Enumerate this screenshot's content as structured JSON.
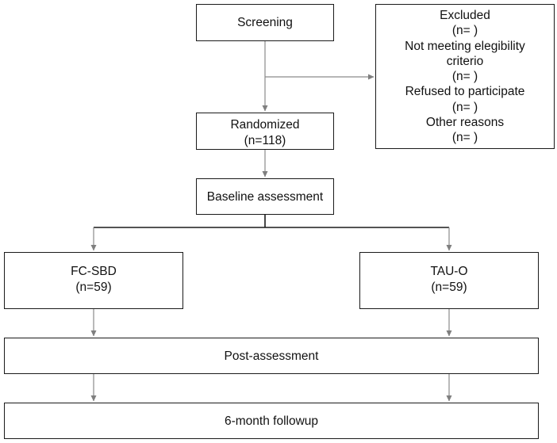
{
  "nodes": {
    "screening": {
      "lines": [
        "Screening"
      ]
    },
    "randomized": {
      "lines": [
        "Randomized",
        "(n=118)"
      ]
    },
    "baseline": {
      "lines": [
        "Baseline assessment"
      ]
    },
    "fc_sbd": {
      "lines": [
        "FC-SBD",
        "(n=59)"
      ]
    },
    "tau_o": {
      "lines": [
        "TAU-O",
        "(n=59)"
      ]
    },
    "post": {
      "lines": [
        "Post-assessment"
      ]
    },
    "followup": {
      "lines": [
        "6-month followup"
      ]
    },
    "excluded": {
      "lines": [
        "Excluded",
        "(n= )",
        "Not meeting elegibility",
        "criterio",
        "(n= )",
        "Refused to participate",
        "(n= )",
        "Other reasons",
        "(n= )"
      ]
    }
  },
  "edges": [
    {
      "from": "screening",
      "to": "randomized",
      "style": "arrow"
    },
    {
      "from": "screening",
      "to": "excluded",
      "style": "branch-arrow"
    },
    {
      "from": "randomized",
      "to": "baseline",
      "style": "arrow"
    },
    {
      "from": "baseline",
      "to": "fc_sbd",
      "style": "split-arrow"
    },
    {
      "from": "baseline",
      "to": "tau_o",
      "style": "split-arrow"
    },
    {
      "from": "fc_sbd",
      "to": "post",
      "style": "arrow"
    },
    {
      "from": "tau_o",
      "to": "post",
      "style": "arrow"
    },
    {
      "from": "post",
      "to": "followup",
      "style": "arrow"
    }
  ],
  "colors": {
    "line": "#1a1a1a",
    "arrow": "#7f7f7f",
    "text": "#111111",
    "background": "#ffffff"
  }
}
